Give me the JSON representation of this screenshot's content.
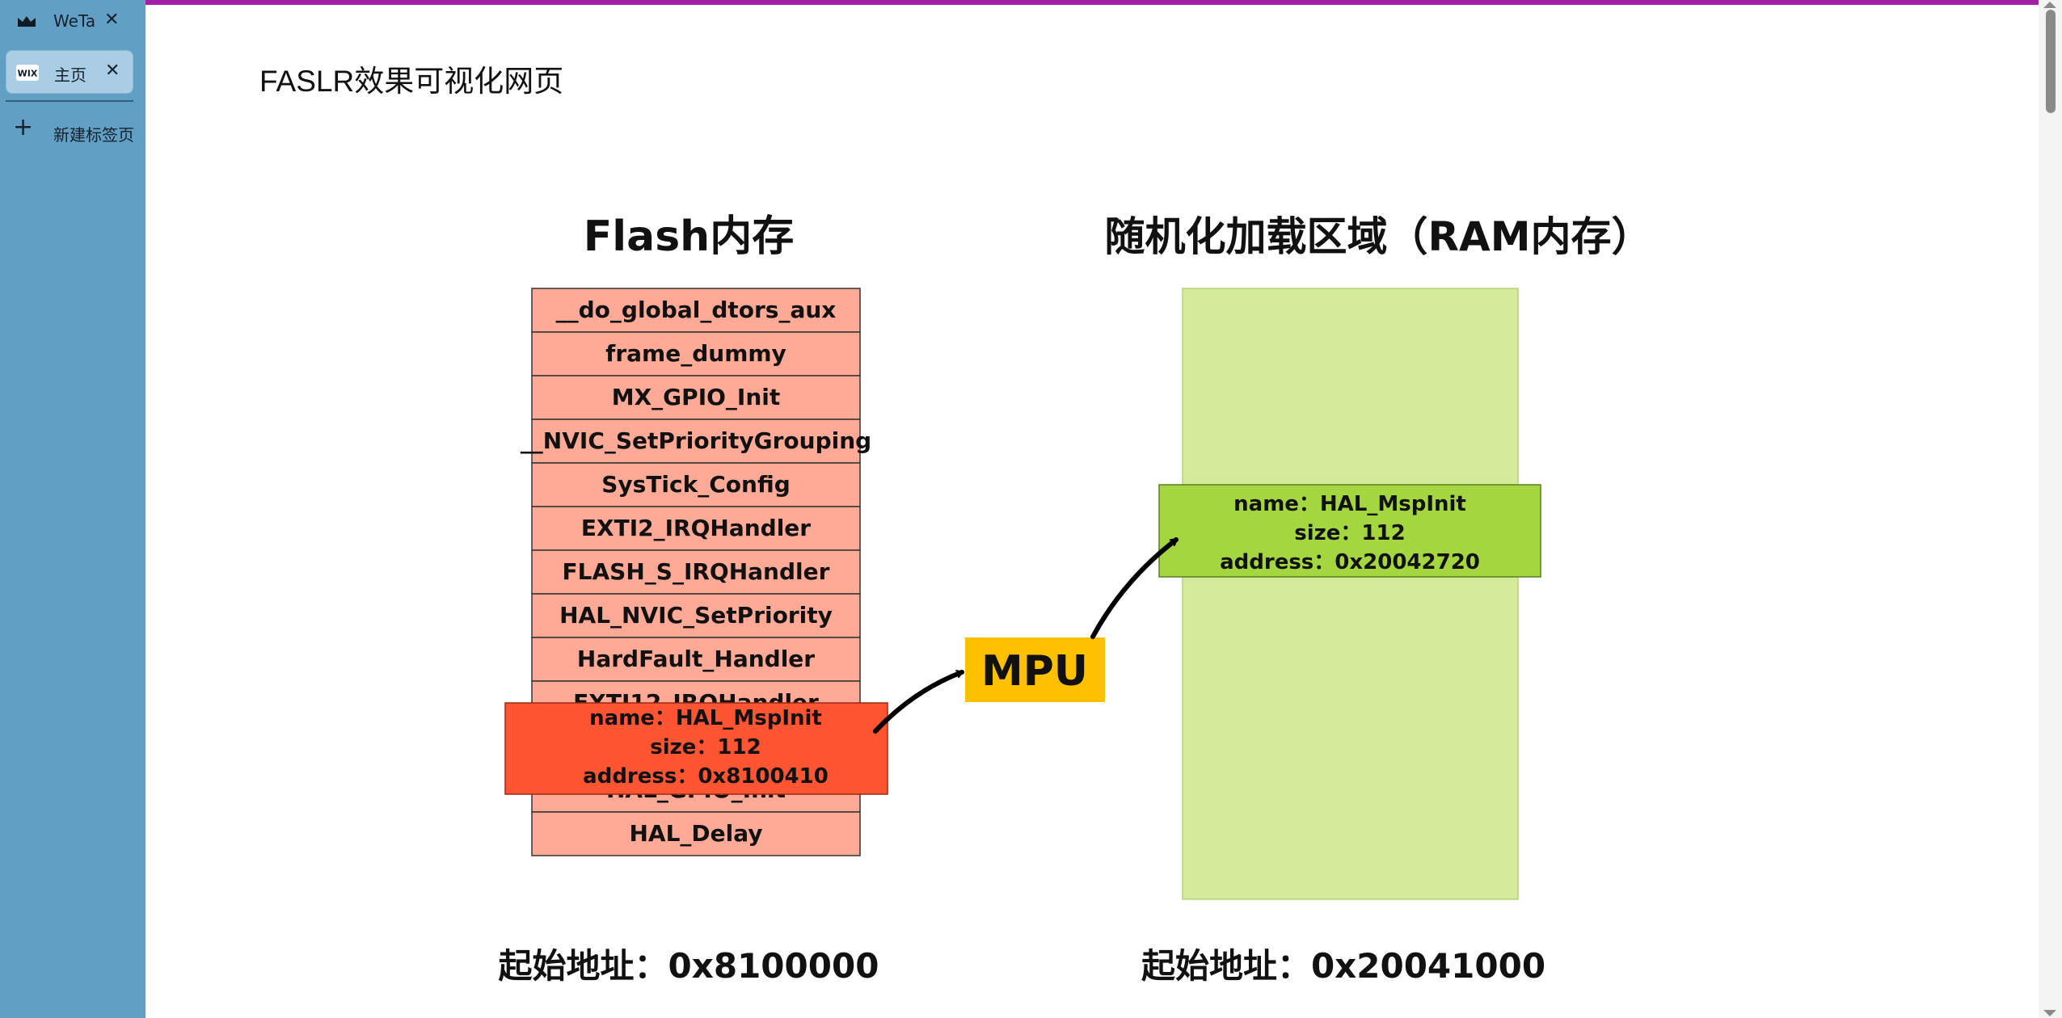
{
  "sidebar": {
    "tabs": [
      {
        "label": "WeTa",
        "icon": "crown-icon",
        "active": false
      },
      {
        "label": "主页",
        "icon": "wix-logo-icon",
        "active": true
      }
    ],
    "new_tab_label": "新建标签页"
  },
  "page": {
    "title": "FASLR效果可视化网页",
    "accent_color": "#a51ea8"
  },
  "diagram": {
    "flash_title": "Flash内存",
    "ram_title": "随机化加载区域（RAM内存）",
    "flash_blocks": [
      "__do_global_dtors_aux",
      "frame_dummy",
      "MX_GPIO_Init",
      "__NVIC_SetPriorityGrouping",
      "SysTick_Config",
      "EXTI2_IRQHandler",
      "FLASH_S_IRQHandler",
      "HAL_NVIC_SetPriority",
      "HardFault_Handler",
      "EXTI12_IRQHandler",
      "",
      "HAL_GPIO_Init",
      "HAL_Delay"
    ],
    "flash_highlight": {
      "name": "name：HAL_MspInit",
      "size": "size：112",
      "address": "address：0x8100410"
    },
    "mpu_label": "MPU",
    "ram_highlight": {
      "name": "name：HAL_MspInit",
      "size": "size：112",
      "address": "address：0x20042720"
    },
    "flash_start": "起始地址：0x8100000",
    "ram_start": "起始地址：0x20041000",
    "colors": {
      "flash_block": "#ffaa97",
      "flash_highlight": "#ff5533",
      "ram_area": "#d4eb9c",
      "ram_highlight": "#a4d640",
      "mpu": "#ffc000"
    }
  }
}
